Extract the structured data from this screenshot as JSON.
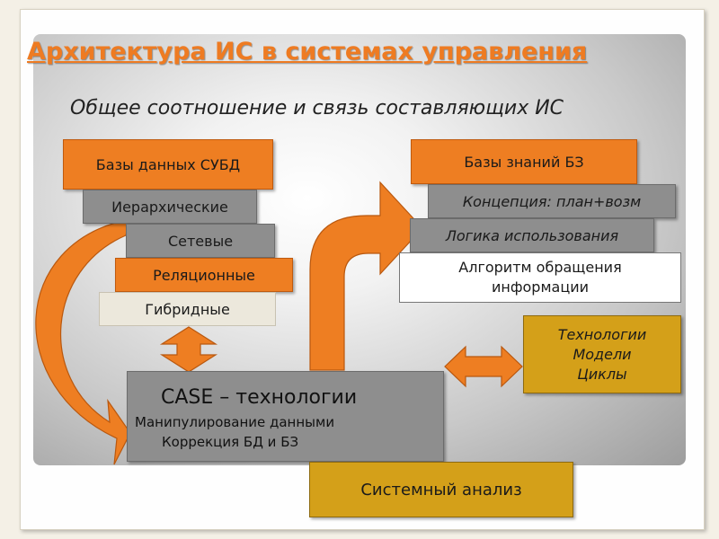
{
  "slide": {
    "title": "Архитектура ИС в системах управления",
    "subtitle": "Общее соотношение и связь составляющих ИС"
  },
  "left_column": {
    "header": "Базы данных СУБД",
    "items": [
      "Иерархические",
      "Сетевые",
      "Реляционные",
      "Гибридные"
    ]
  },
  "right_column": {
    "header": "Базы знаний БЗ",
    "items": [
      "Концепция: план+возм",
      "Логика использования"
    ],
    "algorithm": [
      "Алгоритм обращения",
      "информации"
    ]
  },
  "technologies": {
    "lines": [
      "Технологии",
      "Модели",
      "Циклы"
    ]
  },
  "case": {
    "title": "CASE – технологии",
    "line1": "Манипулирование данными",
    "line2": "Коррекция БД и БЗ"
  },
  "system_analysis": "Системный анализ",
  "colors": {
    "title": "#ee7b22",
    "orange": "#ee7e22",
    "gray": "#8e8e8e",
    "gold": "#d4a019"
  }
}
